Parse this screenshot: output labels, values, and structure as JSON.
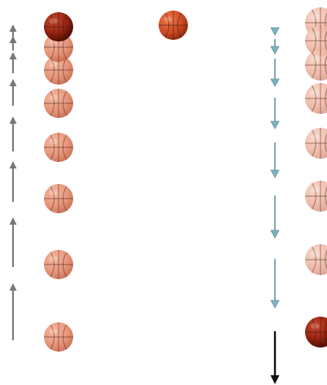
{
  "figure": {
    "ball_icon": "basketball-icon",
    "colors": {
      "ball_dark": "#8b1a0e",
      "ball_mid": "#c0391c",
      "ball_light": "#e08a70",
      "seam": "#3a1208",
      "up_arrow": "#777777",
      "down_arrow_fill": "#7fb2bf",
      "down_arrow_stroke": "#5d95a4",
      "final_arrow": "#111111",
      "background": "#ffffff"
    },
    "columns": [
      {
        "name": "rising-ball",
        "direction": "up",
        "ball_count": 8,
        "arrow_count": 8,
        "highlighted": "top"
      },
      {
        "name": "single-ball",
        "ball_count": 1
      },
      {
        "name": "falling-ball",
        "direction": "down",
        "ball_count": 8,
        "arrow_count": 8,
        "highlighted": "bottom"
      }
    ]
  }
}
